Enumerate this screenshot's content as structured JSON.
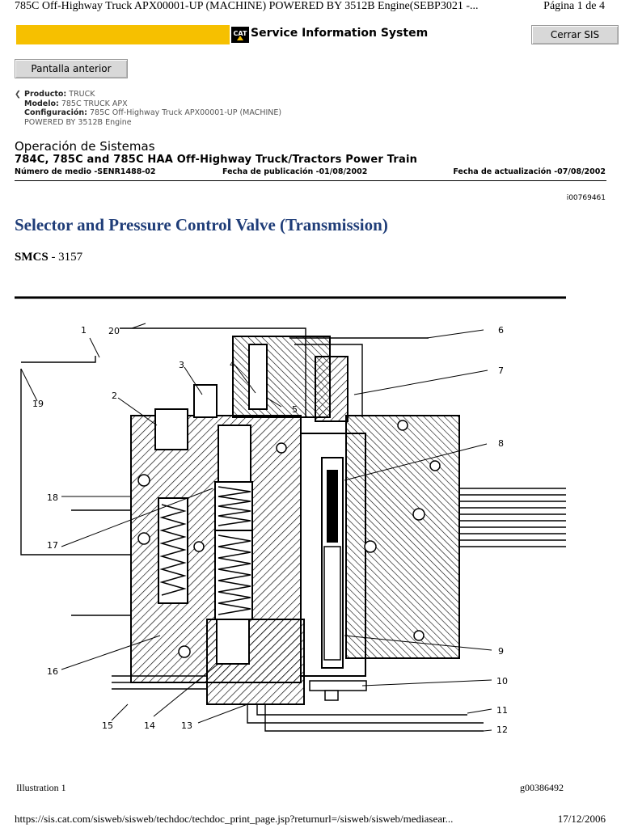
{
  "header": {
    "title": "785C Off-Highway Truck APX00001-UP (MACHINE) POWERED BY 3512B Engine(SEBP3021 -...",
    "page": "Página 1 de 4"
  },
  "banner": {
    "title": "Service Information System",
    "logo": "CAT",
    "accent": "#f6c000"
  },
  "buttons": {
    "close": "Cerrar SIS",
    "previous": "Pantalla anterior"
  },
  "breadcrumb": {
    "product_label": "Producto:",
    "product_value": "TRUCK",
    "model_label": "Modelo:",
    "model_value": "785C TRUCK APX",
    "config_label": "Configuración:",
    "config_value": "785C Off-Highway Truck APX00001-UP (MACHINE)",
    "config_value2": "POWERED BY 3512B Engine"
  },
  "document": {
    "section": "Operación de Sistemas",
    "title": "784C, 785C and 785C HAA Off-Highway Truck/Tractors Power Train",
    "media_number": "Número de medio -SENR1488-02",
    "publication_date": "Fecha de publicación -01/08/2002",
    "update_date": "Fecha de actualización -07/08/2002",
    "illustration_id": "i00769461",
    "heading": "Selector and Pressure Control Valve (Transmission)",
    "heading_color": "#1f3d78",
    "smcs_label": "SMCS",
    "smcs_value": " - 3157",
    "callouts": [
      "1",
      "2",
      "3",
      "4",
      "5",
      "6",
      "7",
      "8",
      "9",
      "10",
      "11",
      "12",
      "13",
      "14",
      "15",
      "16",
      "17",
      "18",
      "19",
      "20"
    ],
    "caption": "Illustration 1",
    "graphic_ref": "g00386492"
  },
  "footer": {
    "url": "https://sis.cat.com/sisweb/sisweb/techdoc/techdoc_print_page.jsp?returnurl=/sisweb/sisweb/mediasear...",
    "date": "17/12/2006"
  }
}
